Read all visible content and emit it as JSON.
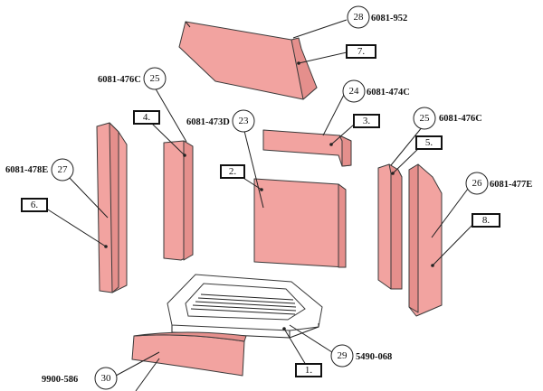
{
  "callouts": {
    "c28": {
      "num": "28",
      "code": "6081-952"
    },
    "c24": {
      "num": "24",
      "code": "6081-474C"
    },
    "c25a": {
      "num": "25",
      "code": "6081-476C"
    },
    "c23": {
      "num": "23",
      "code": "6081-473D"
    },
    "c25b": {
      "num": "25",
      "code": "6081-476C"
    },
    "c27": {
      "num": "27",
      "code": "6081-478E"
    },
    "c26": {
      "num": "26",
      "code": "6081-477E"
    },
    "c29": {
      "num": "29",
      "code": "5490-068"
    },
    "c30": {
      "num": "30",
      "code": "9900-586"
    }
  },
  "boxes": {
    "b1": "1.",
    "b2": "2.",
    "b3": "3.",
    "b4": "4.",
    "b5": "5.",
    "b6": "6.",
    "b7": "7.",
    "b8": "8."
  },
  "colors": {
    "brick": "#f2a3a0",
    "brick_shade": "#e58f8c",
    "outline": "#3a3a3a"
  }
}
